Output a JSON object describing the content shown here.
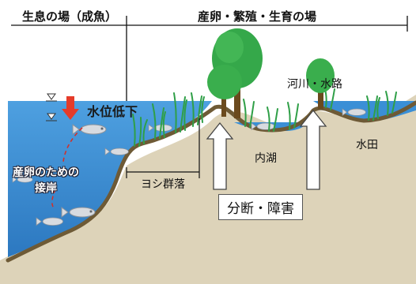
{
  "header": {
    "left_zone": "生息の場（成魚）",
    "right_zone": "産卵・繁殖・生育の場"
  },
  "labels": {
    "water_level_drop": "水位低下",
    "spawning_shore_line1": "産卵のための",
    "spawning_shore_line2": "接岸",
    "reed_colony": "ヨシ群落",
    "inner_lake": "内湖",
    "river_canal": "河川・水路",
    "paddy": "水田",
    "division_obstacle": "分断・障害"
  },
  "colors": {
    "lake_water": "#3a8fd6",
    "lake_water_deep": "#2f7fc6",
    "ground": "#ddd3b9",
    "bank_edge": "#6e5a36",
    "reed": "#2f9f47",
    "tree_foliage": "#35a84a",
    "tree_trunk": "#6b4a1e",
    "arrow_red": "#e53b2a",
    "arrow_outline": "#444444"
  },
  "icons": [
    "water-level-marker-icon",
    "down-arrow-icon",
    "fish-icon",
    "tree-icon",
    "reed-icon",
    "up-arrow-icon"
  ]
}
